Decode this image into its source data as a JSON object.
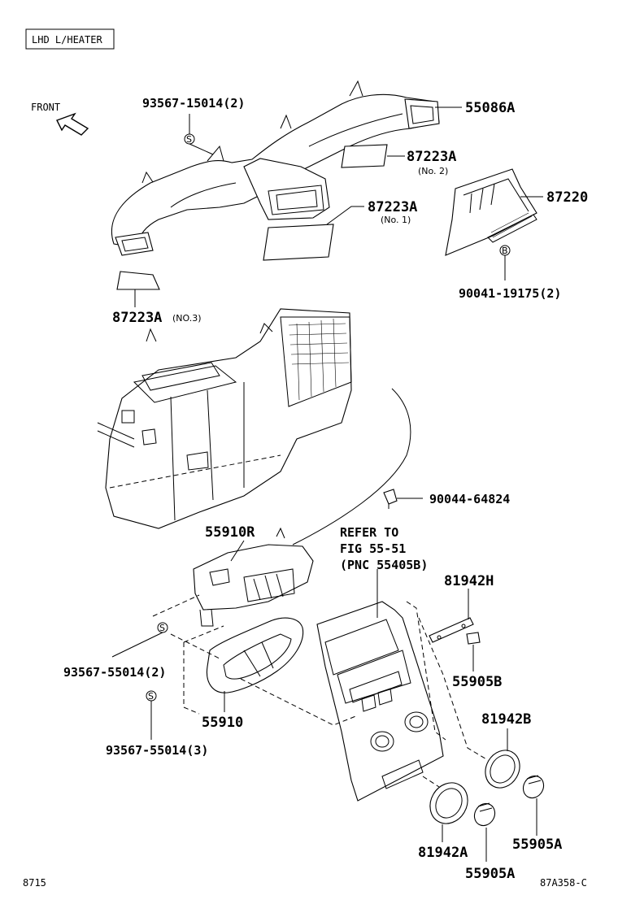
{
  "header": {
    "box_label": "LHD L/HEATER"
  },
  "front_label": "FRONT",
  "callouts": [
    {
      "id": "c-55086a",
      "text": "55086A"
    },
    {
      "id": "c-93567-15014",
      "text": "93567-15014(2)"
    },
    {
      "id": "c-87223a-no2",
      "text": "87223A",
      "sub": "(No. 2)"
    },
    {
      "id": "c-87223a-no1",
      "text": "87223A",
      "sub": "(No. 1)"
    },
    {
      "id": "c-87220",
      "text": "87220"
    },
    {
      "id": "c-90041-19175",
      "text": "90041-19175(2)"
    },
    {
      "id": "c-87223a-no3",
      "text": "87223A",
      "sub": "(NO.3)"
    },
    {
      "id": "c-90044-64824",
      "text": "90044-64824"
    },
    {
      "id": "c-55910r",
      "text": "55910R"
    },
    {
      "id": "c-81942h",
      "text": "81942H"
    },
    {
      "id": "c-93567-55014-2",
      "text": "93567-55014(2)"
    },
    {
      "id": "c-55905b",
      "text": "55905B"
    },
    {
      "id": "c-55910",
      "text": "55910"
    },
    {
      "id": "c-93567-55014-3",
      "text": "93567-55014(3)"
    },
    {
      "id": "c-81942b",
      "text": "81942B"
    },
    {
      "id": "c-55905a-r",
      "text": "55905A"
    },
    {
      "id": "c-81942a",
      "text": "81942A"
    },
    {
      "id": "c-55905a-b",
      "text": "55905A"
    }
  ],
  "refer": {
    "line1": "REFER TO",
    "line2": "FIG 55-51",
    "line3": "(PNC 55405B)"
  },
  "markers": {
    "s": "S",
    "b": "B"
  },
  "footer": {
    "left_code": "8715",
    "right_code": "87A358-C"
  }
}
